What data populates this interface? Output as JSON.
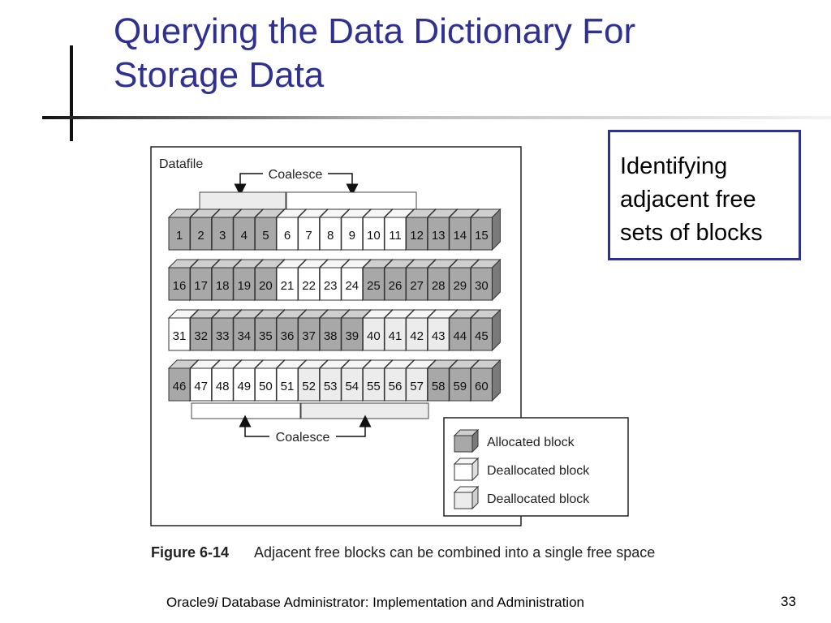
{
  "slide": {
    "title_line1": "Querying the Data Dictionary For",
    "title_line2": "Storage Data",
    "callout_line1": "Identifying",
    "callout_line2": "adjacent free",
    "callout_line3": "sets of blocks",
    "footer_prefix": "Oracle9",
    "footer_italic": "i",
    "footer_suffix": " Database Administrator: Implementation and Administration",
    "page_number": "33"
  },
  "figure": {
    "datafile_label": "Datafile",
    "coalesce_top_label": "Coalesce",
    "coalesce_bottom_label": "Coalesce",
    "caption_label": "Figure 6-14",
    "caption_text": "Adjacent free blocks can be combined into a single free space",
    "legend": [
      {
        "label": "Allocated block",
        "state": "allocated"
      },
      {
        "label": "Deallocated block",
        "state": "deallocated-white"
      },
      {
        "label": "Deallocated block",
        "state": "deallocated-light"
      }
    ],
    "rows": [
      [
        {
          "n": "1",
          "s": "a"
        },
        {
          "n": "2",
          "s": "a"
        },
        {
          "n": "3",
          "s": "a"
        },
        {
          "n": "4",
          "s": "a"
        },
        {
          "n": "5",
          "s": "a"
        },
        {
          "n": "6",
          "s": "w"
        },
        {
          "n": "7",
          "s": "w"
        },
        {
          "n": "8",
          "s": "w"
        },
        {
          "n": "9",
          "s": "w"
        },
        {
          "n": "10",
          "s": "w"
        },
        {
          "n": "11",
          "s": "w"
        },
        {
          "n": "12",
          "s": "a"
        },
        {
          "n": "13",
          "s": "a"
        },
        {
          "n": "14",
          "s": "a"
        },
        {
          "n": "15",
          "s": "a"
        }
      ],
      [
        {
          "n": "16",
          "s": "a"
        },
        {
          "n": "17",
          "s": "a"
        },
        {
          "n": "18",
          "s": "a"
        },
        {
          "n": "19",
          "s": "a"
        },
        {
          "n": "20",
          "s": "a"
        },
        {
          "n": "21",
          "s": "w"
        },
        {
          "n": "22",
          "s": "w"
        },
        {
          "n": "23",
          "s": "w"
        },
        {
          "n": "24",
          "s": "w"
        },
        {
          "n": "25",
          "s": "a"
        },
        {
          "n": "26",
          "s": "a"
        },
        {
          "n": "27",
          "s": "a"
        },
        {
          "n": "28",
          "s": "a"
        },
        {
          "n": "29",
          "s": "a"
        },
        {
          "n": "30",
          "s": "a"
        }
      ],
      [
        {
          "n": "31",
          "s": "w"
        },
        {
          "n": "32",
          "s": "a"
        },
        {
          "n": "33",
          "s": "a"
        },
        {
          "n": "34",
          "s": "a"
        },
        {
          "n": "35",
          "s": "a"
        },
        {
          "n": "36",
          "s": "a"
        },
        {
          "n": "37",
          "s": "a"
        },
        {
          "n": "38",
          "s": "a"
        },
        {
          "n": "39",
          "s": "a"
        },
        {
          "n": "40",
          "s": "l"
        },
        {
          "n": "41",
          "s": "l"
        },
        {
          "n": "42",
          "s": "l"
        },
        {
          "n": "43",
          "s": "l"
        },
        {
          "n": "44",
          "s": "a"
        },
        {
          "n": "45",
          "s": "a"
        }
      ],
      [
        {
          "n": "46",
          "s": "a"
        },
        {
          "n": "47",
          "s": "w"
        },
        {
          "n": "48",
          "s": "w"
        },
        {
          "n": "49",
          "s": "w"
        },
        {
          "n": "50",
          "s": "w"
        },
        {
          "n": "51",
          "s": "w"
        },
        {
          "n": "52",
          "s": "l"
        },
        {
          "n": "53",
          "s": "l"
        },
        {
          "n": "54",
          "s": "l"
        },
        {
          "n": "55",
          "s": "l"
        },
        {
          "n": "56",
          "s": "l"
        },
        {
          "n": "57",
          "s": "l"
        },
        {
          "n": "58",
          "s": "a"
        },
        {
          "n": "59",
          "s": "a"
        },
        {
          "n": "60",
          "s": "a"
        }
      ]
    ],
    "colors": {
      "allocated_front": "#a8a8a8",
      "allocated_top": "#cfcfcf",
      "allocated_side": "#7a7a7a",
      "white_front": "#ffffff",
      "white_top": "#f6f6f6",
      "white_side": "#dedede",
      "light_front": "#ececec",
      "light_top": "#f5f5f5",
      "light_side": "#cfcfcf"
    }
  }
}
